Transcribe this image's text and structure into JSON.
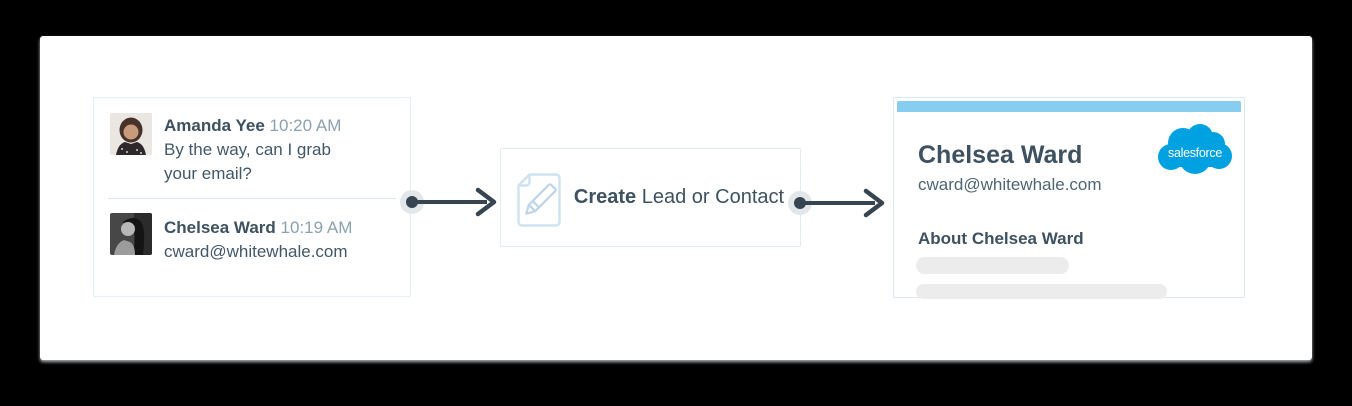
{
  "diagram": {
    "chat_panel": {
      "messages": [
        {
          "author": "Amanda Yee",
          "time": "10:20 AM",
          "text": "By the way, can I grab your email?"
        },
        {
          "author": "Chelsea Ward",
          "time": "10:19 AM",
          "text": "cward@whitewhale.com"
        }
      ]
    },
    "action_box": {
      "label_emphasis": "Create",
      "label_rest": "Lead or Contact"
    },
    "contact_card": {
      "name": "Chelsea Ward",
      "email": "cward@whitewhale.com",
      "about_heading": "About Chelsea Ward",
      "logo_text": "salesforce"
    }
  },
  "colors": {
    "salesforce_blue": "#00a1e0",
    "card_top_bar": "#87cdf0",
    "arrow": "#36454f",
    "text_dark": "#3d5160",
    "text_muted": "#8ba1af",
    "placeholder_pill": "#ececec"
  }
}
